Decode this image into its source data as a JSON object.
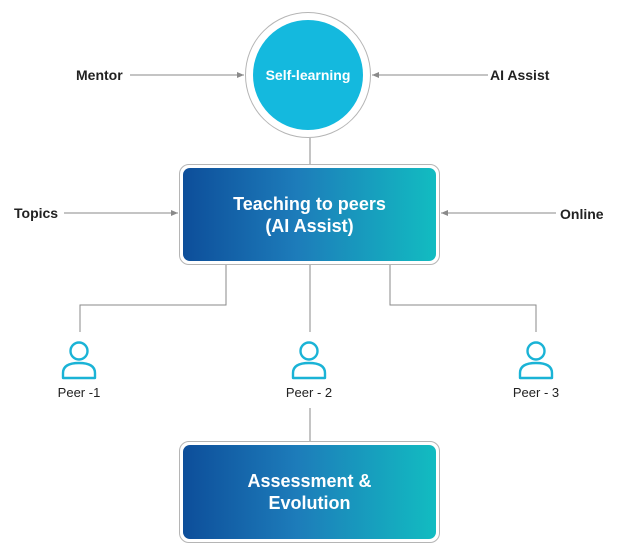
{
  "diagram": {
    "center": {
      "label": "Self-learning"
    },
    "left_top_label": "Mentor",
    "right_top_label": "AI Assist",
    "left_mid_label": "Topics",
    "right_mid_label": "Online",
    "teaching_box": {
      "line1": "Teaching to peers",
      "line2": "(AI Assist)"
    },
    "peers": [
      {
        "label": "Peer -1",
        "icon": "person-icon"
      },
      {
        "label": "Peer - 2",
        "icon": "person-icon"
      },
      {
        "label": "Peer - 3",
        "icon": "person-icon"
      }
    ],
    "assessment_box": {
      "line1": "Assessment &",
      "line2": "Evolution"
    }
  },
  "colors": {
    "circle_fill": "#14b9de",
    "outline": "#b5b5b5",
    "connector": "#8a8a8a",
    "peer_icon": "#1ab3d6",
    "gradient_start": "#0d4e9a",
    "gradient_end": "#12bcc1",
    "text_dark": "#222222"
  }
}
